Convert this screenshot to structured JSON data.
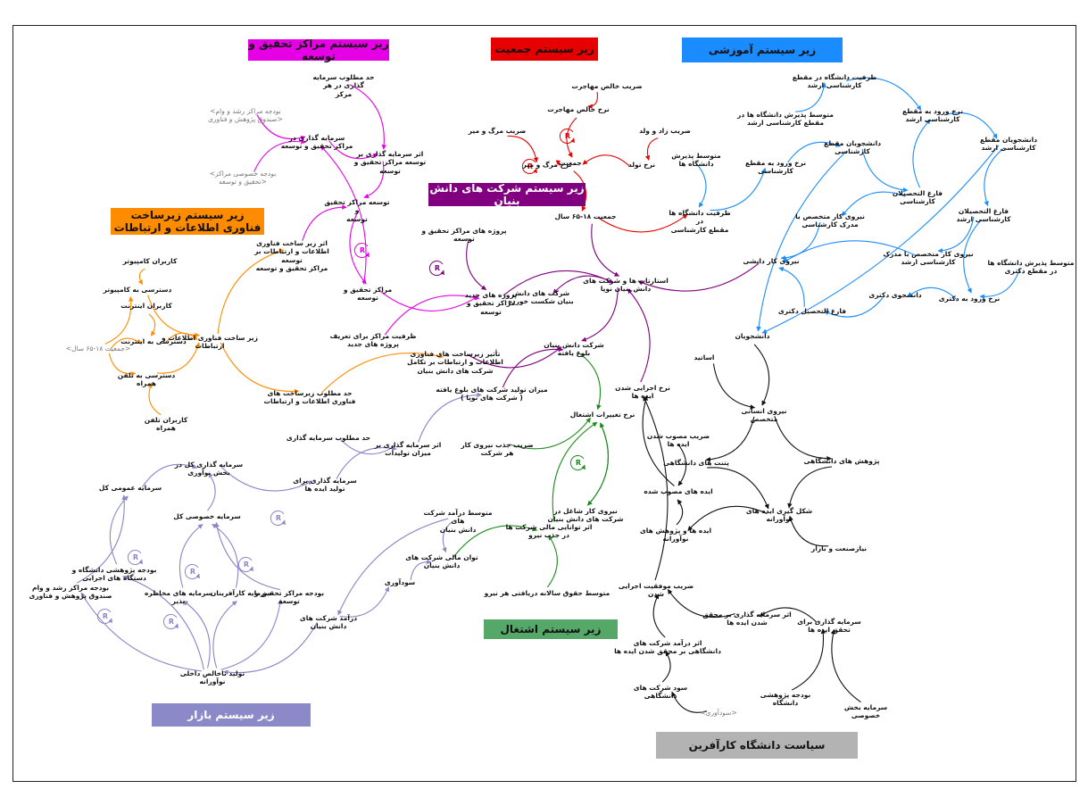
{
  "headers": {
    "rnd": "زیر سیستم مراکز تحقیق و توسعه",
    "population": "زیر سیستم جمعیت",
    "education": "زیر سیستم آموزشی",
    "ict": "زیر سیستم زیرساخت فناوری اطلاعات و ارتباطات",
    "knowledge": "زیر سیستم شرکت های دانش بنیان",
    "employment": "زیر سیستم اشتغال",
    "market": "زیر سیستم بازار",
    "policy": "سیاست دانشگاه کارآفرین"
  },
  "colors": {
    "rnd": "#e600e6",
    "population": "#e60000",
    "education": "#1a8cff",
    "ict": "#ff8c00",
    "knowledge": "#800080",
    "employment": "#1a8a1a",
    "market": "#8a86c8",
    "policy": "#111111",
    "market_header": "#8c89c9",
    "employment_header": "#55a868",
    "policy_header": "#b3b3b3"
  },
  "loop_marker": "R",
  "nodes": {
    "rnd_min_invest": "حد مطلوب سرمایه گذاری در هر\nمرکز",
    "rnd_fund": "بودجه مراکز رشد و وام>\n<صندوق پژوهش و فناوری",
    "rnd_private_budget": "بودجه خصوصی مراکز>\n<تحقیق و توسعه",
    "rnd_invest": "سرمایه گذاری در\nمراکز تحقیق و توسعه",
    "rnd_invest_effect": "اثر سرمایه گذاری بر\nتوسعه مراکز تحقیق و\nتوسعه",
    "rnd_development": "توسعه مراکز تحقیق و\nتوسعه",
    "rnd_centers": "مراکز تحقیق و توسعه",
    "rnd_capacity": "ظرفیت مراکز برای تعریف\nپروژه های جدید",
    "rnd_ict_effect": "اثر زیر ساخت فناوری\nاطلاعات و ارتباطات بر توسعه\nمراکز تحقیق و توسعه",
    "pop_net_migration_coef": "ضریب خالص مهاجرت",
    "pop_net_migration_rate": "نرخ خالص مهاجرت",
    "pop_death_coef": "ضریب مرگ و میر",
    "pop_birth_coef": "ضریب زاد و ولد",
    "pop_death_rate": "نرخ مرگ و میر",
    "pop_population": "جمعیت",
    "pop_birth_rate": "نرخ تولد",
    "pop_18_65": "جمعیت ۱۸-۶۵ سال",
    "edu_master_capacity": "ظرفیت دانشگاه در مقطع\nکارشناسی ارشد",
    "edu_master_avg_accept": "متوسط پذیرش دانشگاه ها در\nمقطع کارشناسی ارشد",
    "edu_master_entry_rate": "نرخ ورود به مقطع\nکارشناسی ارشد",
    "edu_master_students": "دانشجویان مقطع\nکارشناسی ارشد",
    "edu_avg_accept": "متوسط پذیرش\nدانشگاه ها",
    "edu_bachelor_entry_rate": "نرخ ورود به مقطع\nکارشناسی",
    "edu_bachelor_students": "دانشجویان مقطع\nکارشناسی",
    "edu_bachelor_grads": "فارغ التحصیلان\nکارشناسی",
    "edu_master_grads": "فارغ التحصیلان\nکارشناسی ارشد",
    "edu_bachelor_capacity": "ظرفیت دانشگاه ها در\nمقطع کارشناسی",
    "edu_expert_bachelor": "نیروی کار متخصص با\nمدرک کارشناسی",
    "edu_expert_master": "نیروی کار متخصص با مدرک\nکارشناسی ارشد",
    "edu_knowledge_workforce": "نیروی کار دانشی",
    "edu_phd_avg_accept": "متوسط پذیرش دانشگاه ها\nدر مقطع دکتری",
    "edu_phd_students": "دانشجوی دکتری",
    "edu_phd_entry_rate": "نرخ ورود به دکتری",
    "edu_phd_grads": "فارغ التحصیل دکتری",
    "edu_students": "دانشجویان",
    "edu_faculty": "اساتید",
    "edu_human_capital": "نیروی انسانی متخصص",
    "edu_univ_patents": "پتنت های دانشگاهی",
    "edu_univ_research": "پژوهش های دانشگاهی",
    "edu_innovative_ideas": "شکل گیری ایده های\nنوآورانه",
    "edu_market_need": "نیازصنعت و بازار",
    "ict_computer_users": "کاربران کامپیوتر",
    "ict_computer_access": "دسترسی به کامپیوتر",
    "ict_internet_users": "کاربران اینترنت",
    "ict_pop_ref": "<جمعیت ۱۸-۶۵ سال>",
    "ict_internet_access": "دسترسی به اینترنت",
    "ict_mobile_access": "دسترسی به تلفن\nهمراه",
    "ict_mobile_users": "کاربران تلفن\nهمراه",
    "ict_infrastructure": "زیر ساخت فناوری اطلاعات و\nارتباطات",
    "ict_desired_infra": "حد مطلوب زیرساخت های\nفناوری اطلاعات و ارتباطات",
    "kb_rnd_projects": "پروژه های مراکز تحقیق و\nتوسعه",
    "kb_new_projects": "پروژه های جدید\nمراکز تحقیق و\nتوسعه",
    "kb_failed": "شرکت های دانش\nبنیان شکست خورده",
    "kb_startups": "استارتاپ ها و شرکت های\nدانش بنیان نوپا",
    "kb_mature": "شرکت دانش بنیان\nبلوغ یافته",
    "kb_ict_effect": "تأثیر زیرساخت های فناوری\nاطلاعات و ارتباطات بر تکامل\nشرکت های دانش بنیان",
    "kb_maturity_rate": "میزان تولید شرکت های بلوغ یافته\n( شرکت های نوپا )",
    "kb_idea_exec_rate": "نرخ اجرایی شدن\nایده ها",
    "emp_change_rate": "نرخ تغییرات اشتغال",
    "emp_attract_coef": "ضریب جذب نیروی کار\nهر شرکت",
    "emp_employed": "نیروی کار شاغل در\nشرکت های دانش بنیان",
    "emp_financial_effect": "اثر توانایی مالی شرکت ها\nدر جذب نیرو",
    "emp_avg_salary": "متوسط حقوق سالانه دریافتی هر نیرو",
    "mkt_desired_invest": "حد مطلوب سرمایه گذاری",
    "mkt_invest_effect": "اثر سرمایه گذاری بر\nمیزان تولیدات",
    "mkt_total_invest": "سرمایه گذاری کل در\nبخش نوآوری",
    "mkt_idea_invest": "سرمایه گذاری برای\nتولید ایده ها",
    "mkt_public_capital": "سرمایه عمومی کل",
    "mkt_private_capital": "سرمایه خصوصی کل",
    "mkt_avg_income": "متوسط درآمد شرکت های\nدانش بنیان",
    "mkt_financial_power": "توان مالی شرکت های\nدانش بنیان",
    "mkt_profitability": "سودآوری",
    "mkt_kb_income": "درآمد شرکت های\nدانش بنیان",
    "mkt_research_budget": "بودجه پژوهشی دانشگاه و\nدستگاه های اجرایی",
    "mkt_venture_capital": "سرمایه های مخاطره\nپذیر",
    "mkt_entrepreneur_capital": "سرمایه کارآفرینان",
    "mkt_rnd_budget": "بودجه مراکز تحقیق و\nتوسعه",
    "mkt_growth_fund": "بودجه مراکز رشد و وام\nصندوق پژوهش و فناوری",
    "mkt_gdp_innovation": "تولید ناخالص داخلی\nنوآورانه",
    "pol_idea_coef": "ضریب مصوب شدن\nایده ها",
    "pol_approved_ideas": "ایده های مصوب شده",
    "pol_ideas_research": "ایده ها و پژوهش های\nنوآورانه",
    "pol_success_coef": "ضریب موفقیت اجرایی\nشدن",
    "pol_invest_effect": "اثر سرمایه گذاری بر محقق\nشدن ایده ها",
    "pol_idea_invest": "سرمایه گذاری برای\nتحقق ایده ها",
    "pol_income_effect": "اثر درآمد شرکت های\nدانشگاهی بر محقق شدن ایده ها",
    "pol_univ_profit": "سود شرکت های\nدانشگاهی",
    "pol_profit_ref": "<سودآوری>",
    "pol_univ_research_budget": "بودجه پژوهشی\nدانشگاه",
    "pol_private_capital": "سرمایه بخش خصوصی"
  }
}
